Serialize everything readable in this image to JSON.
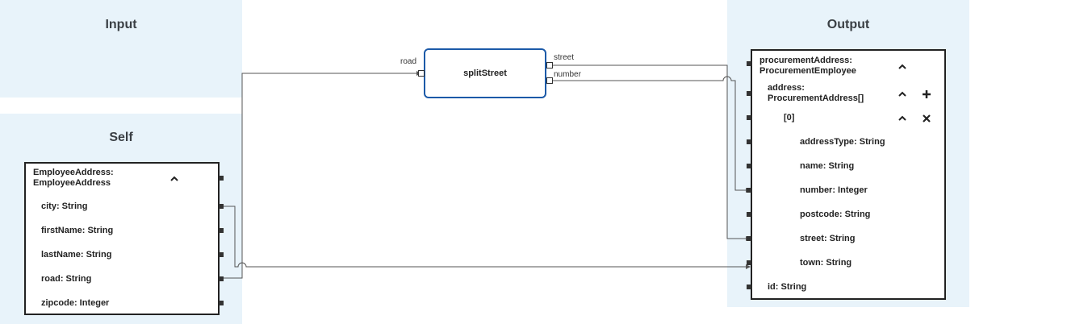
{
  "panels": {
    "input_title": "Input",
    "self_title": "Self",
    "output_title": "Output"
  },
  "self_box": {
    "header": [
      "EmployeeAddress:",
      "EmployeeAddress"
    ],
    "fields": [
      "city: String",
      "firstName: String",
      "lastName: String",
      "road: String",
      "zipcode: Integer"
    ]
  },
  "function": {
    "name": "splitStreet",
    "input_label": "road",
    "output_labels": [
      "street",
      "number"
    ]
  },
  "output_box": {
    "header": [
      "procurementAddress:",
      "ProcurementEmployee"
    ],
    "address": [
      "address:",
      "ProcurementAddress[]"
    ],
    "index": "[0]",
    "fields": [
      "addressType: String",
      "name: String",
      "number: Integer",
      "postcode: String",
      "street: String",
      "town: String"
    ],
    "id": "id: String"
  },
  "icons": {
    "collapse": "chevron-up-icon",
    "add": "plus-icon",
    "remove": "close-icon"
  }
}
